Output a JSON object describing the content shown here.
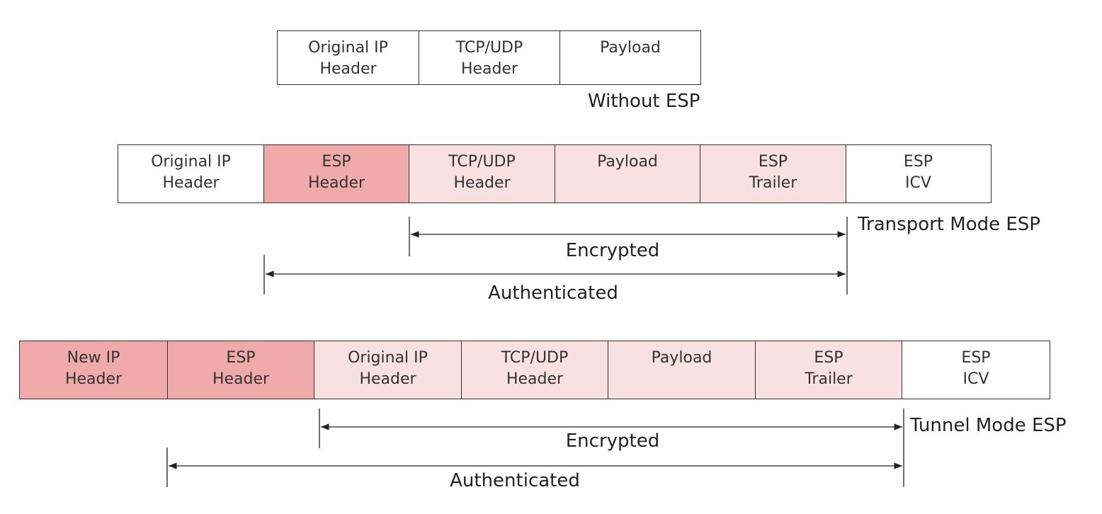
{
  "colors": {
    "header_fill": "#f0aaaa",
    "encrypted_fill": "#f9e1e1",
    "plain_fill": "#ffffff",
    "border": "#333333"
  },
  "without_esp": {
    "caption": "Without ESP",
    "cells": [
      {
        "lines": [
          "Original IP",
          "Header"
        ],
        "fill": "plain"
      },
      {
        "lines": [
          "TCP/UDP",
          "Header"
        ],
        "fill": "plain"
      },
      {
        "lines": [
          "Payload"
        ],
        "fill": "plain"
      }
    ]
  },
  "transport_mode": {
    "caption": "Transport Mode ESP",
    "cells": [
      {
        "lines": [
          "Original IP",
          "Header"
        ],
        "fill": "plain"
      },
      {
        "lines": [
          "ESP",
          "Header"
        ],
        "fill": "header"
      },
      {
        "lines": [
          "TCP/UDP",
          "Header"
        ],
        "fill": "encrypted"
      },
      {
        "lines": [
          "Payload"
        ],
        "fill": "encrypted"
      },
      {
        "lines": [
          "ESP",
          "Trailer"
        ],
        "fill": "encrypted"
      },
      {
        "lines": [
          "ESP",
          "ICV"
        ],
        "fill": "plain"
      }
    ],
    "encrypted_label": "Encrypted",
    "authenticated_label": "Authenticated"
  },
  "tunnel_mode": {
    "caption": "Tunnel Mode ESP",
    "cells": [
      {
        "lines": [
          "New IP",
          "Header"
        ],
        "fill": "header"
      },
      {
        "lines": [
          "ESP",
          "Header"
        ],
        "fill": "header"
      },
      {
        "lines": [
          "Original IP",
          "Header"
        ],
        "fill": "encrypted"
      },
      {
        "lines": [
          "TCP/UDP",
          "Header"
        ],
        "fill": "encrypted"
      },
      {
        "lines": [
          "Payload"
        ],
        "fill": "encrypted"
      },
      {
        "lines": [
          "ESP",
          "Trailer"
        ],
        "fill": "encrypted"
      },
      {
        "lines": [
          "ESP",
          "ICV"
        ],
        "fill": "plain"
      }
    ],
    "encrypted_label": "Encrypted",
    "authenticated_label": "Authenticated"
  }
}
